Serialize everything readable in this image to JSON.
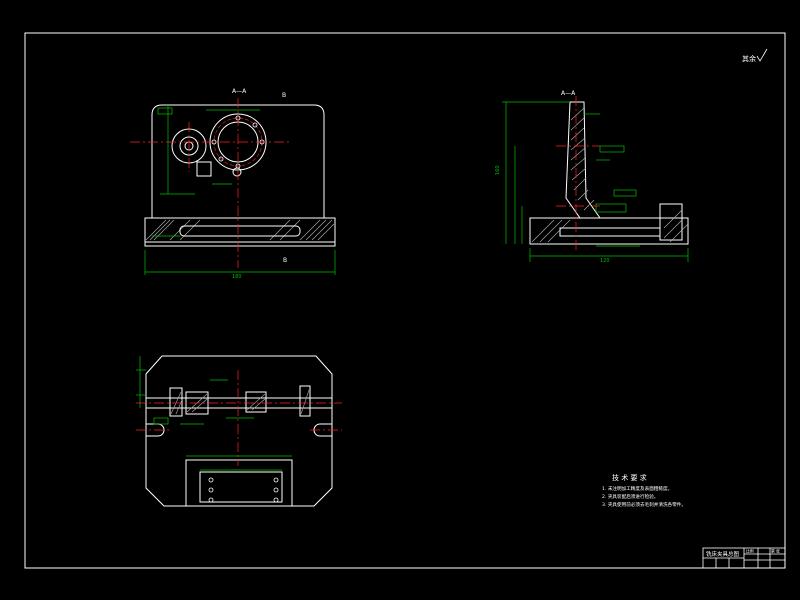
{
  "colors": {
    "background": "#000000",
    "border": "#ffffff",
    "part": "#ffffff",
    "centerline": "#ff2020",
    "dimension": "#00c000",
    "hatch": "#c8c8c8",
    "text": "#ffffff",
    "annotation_box": "#00c8c8"
  },
  "views": {
    "front_section_label": "A—A",
    "side_section_label": "A—A",
    "center_mark_top": "B",
    "center_mark_bottom": "B",
    "base_width_dim": "180",
    "side_height_dim": "160",
    "side_length_dim": "120"
  },
  "roughness_note": "其余",
  "tech_requirements": {
    "title": "技 术 要 求",
    "items": [
      "1. 未注明加工精度及表面粗糙度。",
      "2. 夹具装配后须进行检验。",
      "3. 夹具使用前必须去毛刺并清洗各零件。"
    ]
  },
  "title_block": {
    "name": "铣床夹具总图",
    "scale_label": "比例",
    "sheet_label": "第 张"
  }
}
